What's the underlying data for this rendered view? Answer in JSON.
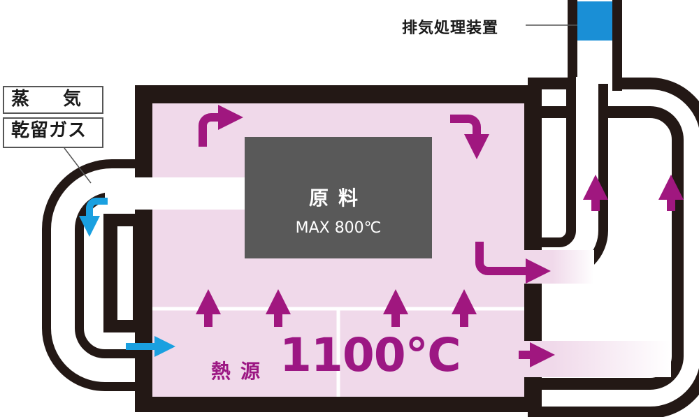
{
  "labels": {
    "steam": "蒸気",
    "distillation_gas": "乾留ガス",
    "exhaust_treatment": "排気処理装置",
    "material": "原料",
    "material_temp": "MAX 800℃",
    "heat_source": "熱源",
    "heat_temp": "1100℃"
  },
  "colors": {
    "wall": "#231815",
    "chamber_fill": "#f0d9ea",
    "material_box": "#595959",
    "flow_arrow": "#a0177f",
    "gas_arrow": "#1aa0e0",
    "exhaust_device": "#1a8fd6"
  }
}
